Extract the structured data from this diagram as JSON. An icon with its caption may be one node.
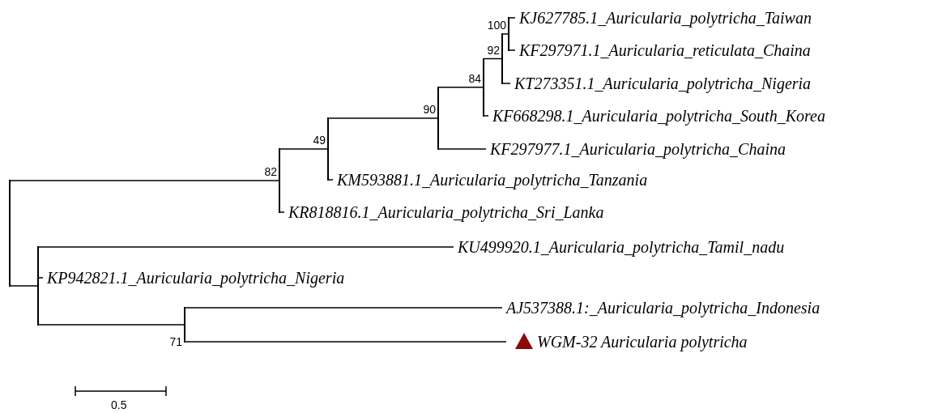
{
  "diagram": {
    "nodes": [
      {
        "text": [],
        "shape": "bar"
      },
      {
        "text": [],
        "shape": "bar",
        "beside": [
          "82"
        ]
      },
      {
        "text": [],
        "shape": "bar",
        "beside": [
          "49"
        ]
      },
      {
        "text": [],
        "shape": "bar",
        "beside": [
          "90"
        ]
      },
      {
        "text": [],
        "shape": "bar",
        "beside": [
          "84"
        ]
      },
      {
        "text": [],
        "shape": "bar",
        "beside": [
          "92"
        ]
      },
      {
        "text": [],
        "shape": "bar",
        "beside": [
          "100"
        ]
      },
      {
        "text": [
          "KJ627785.1_Auricularia_polytricha_Taiwan"
        ]
      },
      {
        "text": [
          "KF297971.1_Auricularia_reticulata_Chaina"
        ]
      },
      {
        "text": [
          "KT273351.1_Auricularia_polytricha_Nigeria"
        ]
      },
      {
        "text": [
          "KF668298.1_Auricularia_polytricha_South_Korea"
        ]
      },
      {
        "text": [
          "KF297977.1_Auricularia_polytricha_Chaina"
        ]
      },
      {
        "text": [
          "KM593881.1_Auricularia_polytricha_Tanzania"
        ]
      },
      {
        "text": [
          "KR818816.1_Auricularia_polytricha_Sri_Lanka"
        ]
      },
      {
        "text": [],
        "shape": "bar"
      },
      {
        "text": [
          "KU499920.1_Auricularia_polytricha_Tamil_nadu"
        ]
      },
      {
        "text": [
          "KP942821.1_Auricularia_polytricha_Nigeria"
        ]
      },
      {
        "text": [],
        "shape": "bar",
        "beside": [
          "71"
        ]
      },
      {
        "text": [
          "AJ537388.1:_Auricularia_polytricha_Indonesia"
        ]
      },
      {
        "text": [
          "WGM-32 Auricularia polytricha"
        ]
      }
    ],
    "edges": [
      {
        "from": 0,
        "to": 1,
        "arrow": "none"
      },
      {
        "from": 0,
        "to": 14,
        "arrow": "none"
      },
      {
        "from": 1,
        "to": 2,
        "arrow": "none"
      },
      {
        "from": 1,
        "to": 13,
        "arrow": "none"
      },
      {
        "from": 2,
        "to": 3,
        "arrow": "none"
      },
      {
        "from": 2,
        "to": 12,
        "arrow": "none"
      },
      {
        "from": 3,
        "to": 4,
        "arrow": "none"
      },
      {
        "from": 3,
        "to": 11,
        "arrow": "none"
      },
      {
        "from": 4,
        "to": 5,
        "arrow": "none"
      },
      {
        "from": 4,
        "to": 10,
        "arrow": "none"
      },
      {
        "from": 5,
        "to": 6,
        "arrow": "none"
      },
      {
        "from": 5,
        "to": 9,
        "arrow": "none"
      },
      {
        "from": 6,
        "to": 7,
        "arrow": "none"
      },
      {
        "from": 6,
        "to": 8,
        "arrow": "none"
      },
      {
        "from": 14,
        "to": 15,
        "arrow": "none"
      },
      {
        "from": 14,
        "to": 16,
        "arrow": "none"
      },
      {
        "from": 14,
        "to": 17,
        "arrow": "none"
      },
      {
        "from": 17,
        "to": 18,
        "arrow": "none"
      },
      {
        "from": 17,
        "to": 19,
        "arrow": "none"
      }
    ],
    "labels": [
      "0.5"
    ]
  }
}
